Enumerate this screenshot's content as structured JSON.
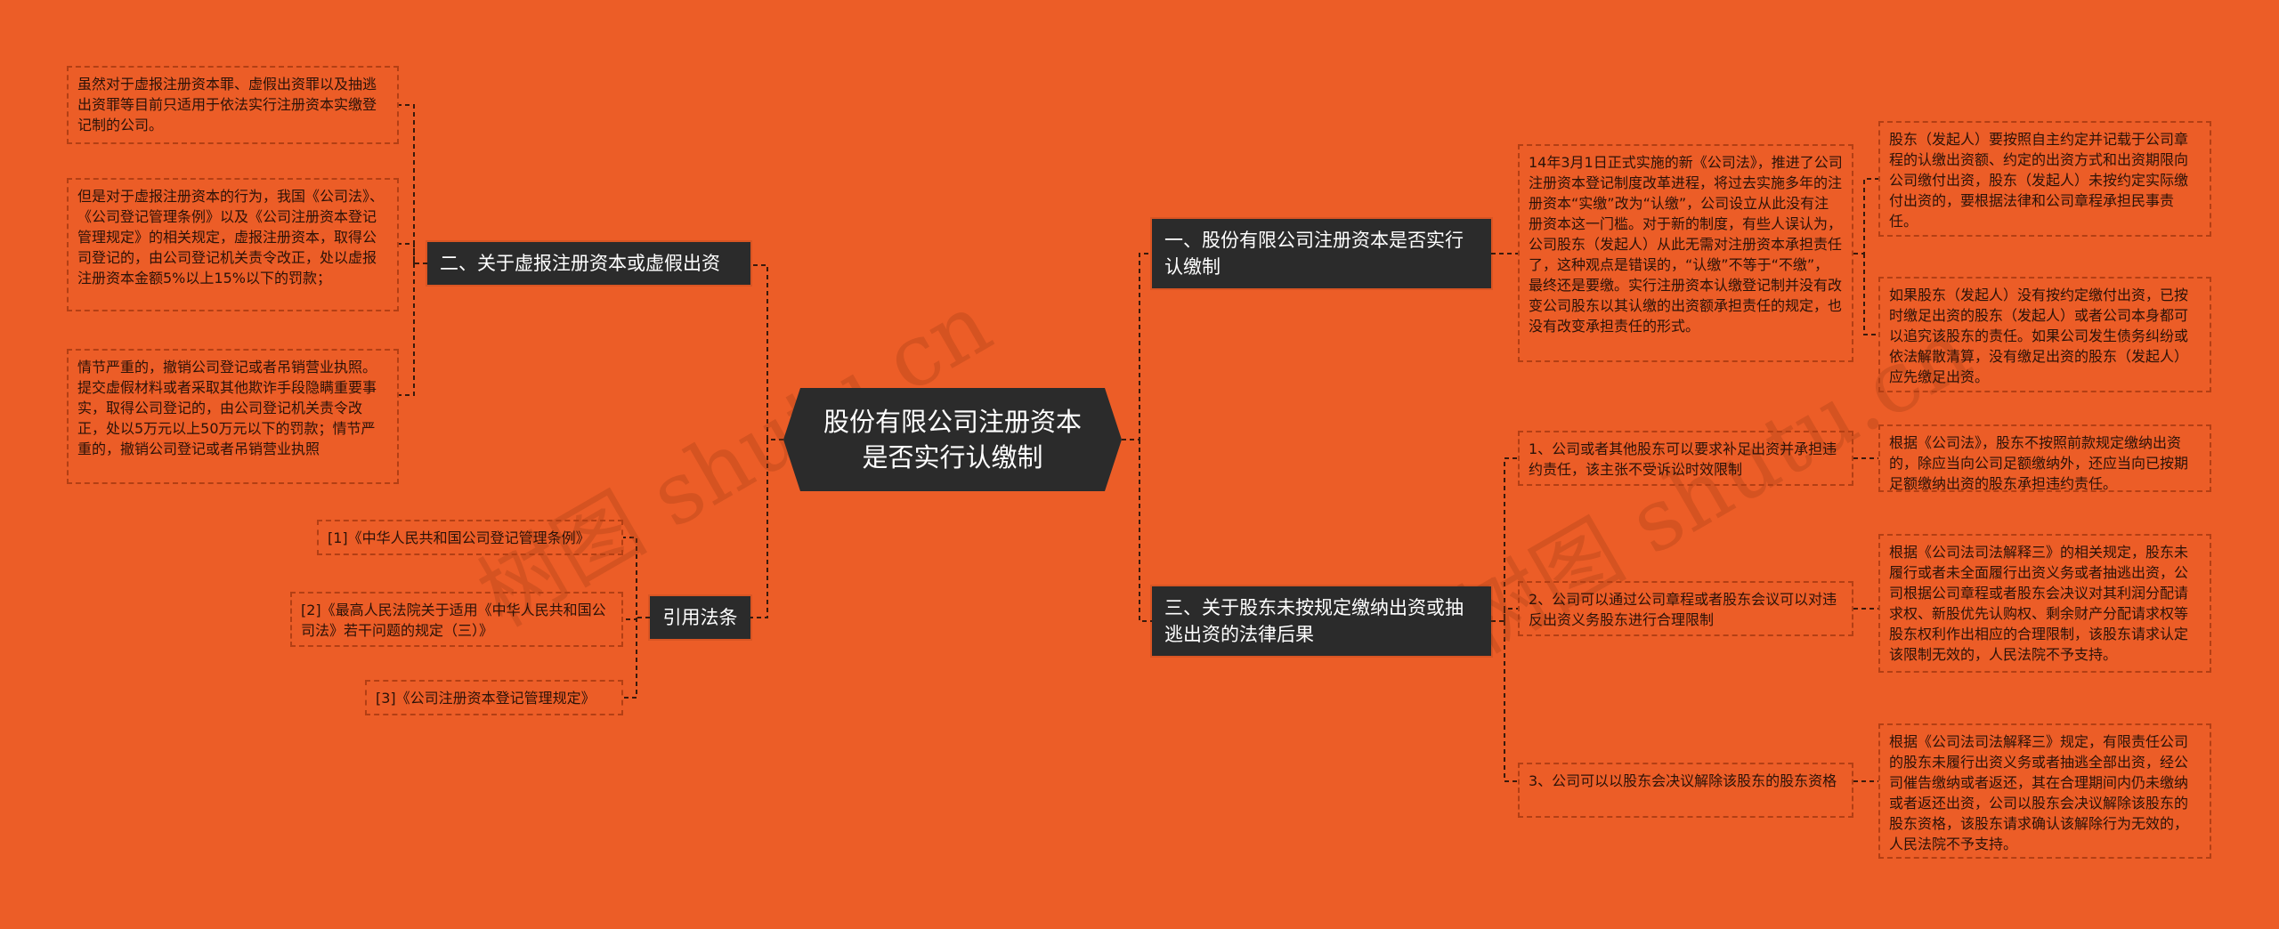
{
  "center": "股份有限公司注册资本是否实行认缴制",
  "branches": {
    "b1": "一、股份有限公司注册资本是否实行认缴制",
    "b2": "二、关于虚报注册资本或虚假出资",
    "b3": "三、关于股东未按规定缴纳出资或抽逃出资的法律后果",
    "b4": "引用法条"
  },
  "leaves": {
    "b1_main": "14年3月1日正式实施的新《公司法》，推进了公司注册资本登记制度改革进程，将过去实施多年的注册资本“实缴”改为“认缴”，公司设立从此没有注册资本这一门槛。对于新的制度，有些人误认为，公司股东（发起人）从此无需对注册资本承担责任了，这种观点是错误的，“认缴”不等于“不缴”，最终还是要缴。实行注册资本认缴登记制并没有改变公司股东以其认缴的出资额承担责任的规定，也没有改变承担责任的形式。",
    "b1_sub1": "股东（发起人）要按照自主约定并记载于公司章程的认缴出资额、约定的出资方式和出资期限向公司缴付出资，股东（发起人）未按约定实际缴付出资的，要根据法律和公司章程承担民事责任。",
    "b1_sub2": "如果股东（发起人）没有按约定缴付出资，已按时缴足出资的股东（发起人）或者公司本身都可以追究该股东的责任。如果公司发生债务纠纷或依法解散清算，没有缴足出资的股东（发起人）应先缴足出资。",
    "b2_1": "虽然对于虚报注册资本罪、虚假出资罪以及抽逃出资罪等目前只适用于依法实行注册资本实缴登记制的公司。",
    "b2_2": "但是对于虚报注册资本的行为，我国《公司法》、《公司登记管理条例》以及《公司注册资本登记管理规定》的相关规定，虚报注册资本，取得公司登记的，由公司登记机关责令改正，处以虚报注册资本金额5%以上15%以下的罚款；",
    "b2_3": "情节严重的，撤销公司登记或者吊销营业执照。提交虚假材料或者采取其他欺诈手段隐瞒重要事实，取得公司登记的，由公司登记机关责令改正，处以5万元以上50万元以下的罚款；情节严重的，撤销公司登记或者吊销营业执照",
    "b3_1": "1、公司或者其他股东可以要求补足出资并承担违约责任，该主张不受诉讼时效限制",
    "b3_1d": "根据《公司法》，股东不按照前款规定缴纳出资的，除应当向公司足额缴纳外，还应当向已按期足额缴纳出资的股东承担违约责任。",
    "b3_2": "2、公司可以通过公司章程或者股东会议可以对违反出资义务股东进行合理限制",
    "b3_2d": "根据《公司法司法解释三》的相关规定，股东未履行或者未全面履行出资义务或者抽逃出资，公司根据公司章程或者股东会决议对其利润分配请求权、新股优先认购权、剩余财产分配请求权等股东权利作出相应的合理限制，该股东请求认定该限制无效的，人民法院不予支持。",
    "b3_3": "3、公司可以以股东会决议解除该股东的股东资格",
    "b3_3d": "根据《公司法司法解释三》规定，有限责任公司的股东未履行出资义务或者抽逃全部出资，经公司催告缴纳或者返还，其在合理期间内仍未缴纳或者返还出资，公司以股东会决议解除该股东的股东资格，该股东请求确认该解除行为无效的，人民法院不予支持。",
    "ref1": "[1]《中华人民共和国公司登记管理条例》",
    "ref2": "[2]《最高人民法院关于适用《中华人民共和国公司法》若干问题的规定（三）》",
    "ref3": "[3]《公司注册资本登记管理规定》"
  },
  "watermarks": [
    "树图 shutu.cn",
    "树图 shutu.cn"
  ],
  "colors": {
    "background": "#ec5d27",
    "node_fill": "#2b2b2b",
    "dashed_border": "#b33f14",
    "line": "#3a1a0c"
  }
}
